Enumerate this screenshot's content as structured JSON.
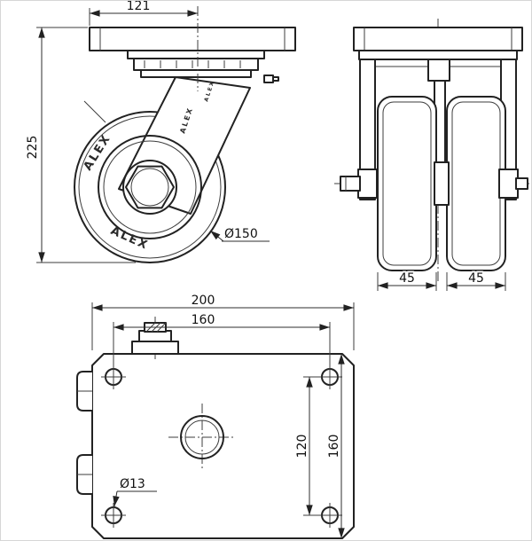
{
  "drawing": {
    "brand": "ALEX",
    "side_view": {
      "dim_top_width": "121",
      "dim_height": "225",
      "wheel_diameter_label": "Ø150"
    },
    "front_view": {
      "dim_left_wheel_width": "45",
      "dim_right_wheel_width": "45"
    },
    "plan_view": {
      "dim_plate_width": "200",
      "dim_bolt_spacing_x": "160",
      "dim_bolt_spacing_y": "120",
      "dim_plate_depth": "160",
      "hole_diameter_label": "Ø13"
    },
    "colors": {
      "line": "#222222",
      "background": "#ffffff"
    }
  }
}
